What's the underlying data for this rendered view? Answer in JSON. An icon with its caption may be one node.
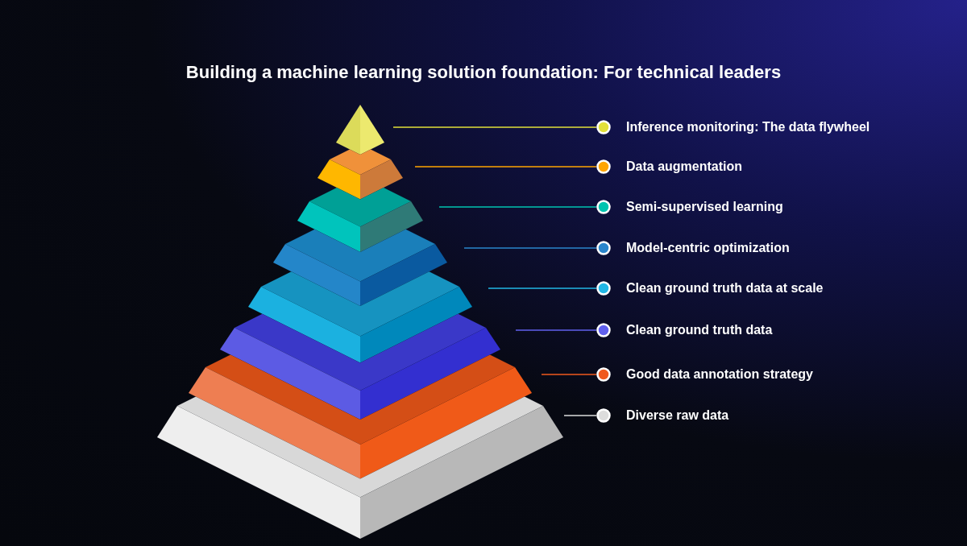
{
  "diagram": {
    "title": "Building a machine learning solution foundation: For technical leaders",
    "nodes": [
      {
        "text": [],
        "shape": "pyramid"
      },
      {
        "text": [],
        "shape": "tier"
      },
      {
        "text": [],
        "shape": "tier"
      },
      {
        "text": [],
        "shape": "tier"
      },
      {
        "text": [],
        "shape": "tier"
      },
      {
        "text": [],
        "shape": "tier"
      },
      {
        "text": [],
        "shape": "tier"
      },
      {
        "text": [],
        "shape": "tier"
      },
      {
        "text": [
          "Inference monitoring: The data flywheel"
        ]
      },
      {
        "text": [
          "Data augmentation"
        ]
      },
      {
        "text": [
          "Semi-supervised learning"
        ]
      },
      {
        "text": [
          "Model-centric optimization"
        ]
      },
      {
        "text": [
          "Clean ground truth data at scale"
        ]
      },
      {
        "text": [
          "Clean ground truth data"
        ]
      },
      {
        "text": [
          "Good data annotation strategy"
        ]
      },
      {
        "text": [
          "Diverse raw data"
        ]
      }
    ],
    "edges": [
      {
        "from": 0,
        "to": 8,
        "arrow": "other",
        "color": "#e2e03a"
      },
      {
        "from": 1,
        "to": 9,
        "arrow": "other",
        "color": "#ffa500"
      },
      {
        "from": 2,
        "to": 10,
        "arrow": "other",
        "color": "#00c4b0"
      },
      {
        "from": 3,
        "to": 11,
        "arrow": "other",
        "color": "#2a86cc"
      },
      {
        "from": 4,
        "to": 12,
        "arrow": "other",
        "color": "#22b7e6"
      },
      {
        "from": 5,
        "to": 13,
        "arrow": "other",
        "color": "#6060ee"
      },
      {
        "from": 6,
        "to": 14,
        "arrow": "other",
        "color": "#f05a1e"
      },
      {
        "from": 7,
        "to": 15,
        "arrow": "other",
        "color": "#dddddd"
      }
    ]
  }
}
